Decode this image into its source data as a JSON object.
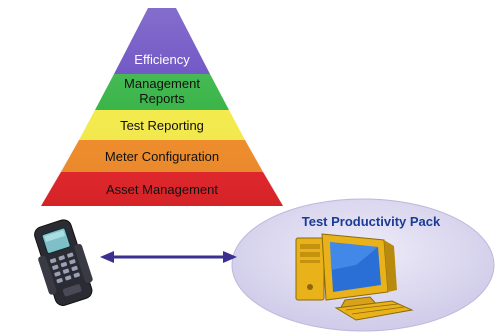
{
  "pyramid": {
    "tiers": [
      {
        "label": "Efficiency",
        "color": "#6a4fc2"
      },
      {
        "label": "Management",
        "label2": "Reports",
        "color": "#3bb54a"
      },
      {
        "label": "Test Reporting",
        "color": "#f3ea4d"
      },
      {
        "label": "Meter Configuration",
        "color": "#f08c2a"
      },
      {
        "label": "Asset Management",
        "color": "#e5252a"
      }
    ]
  },
  "pack": {
    "title": "Test Productivity Pack",
    "fill_color": "#d9d6ef"
  },
  "connector": {
    "color": "#3b2f8f"
  }
}
